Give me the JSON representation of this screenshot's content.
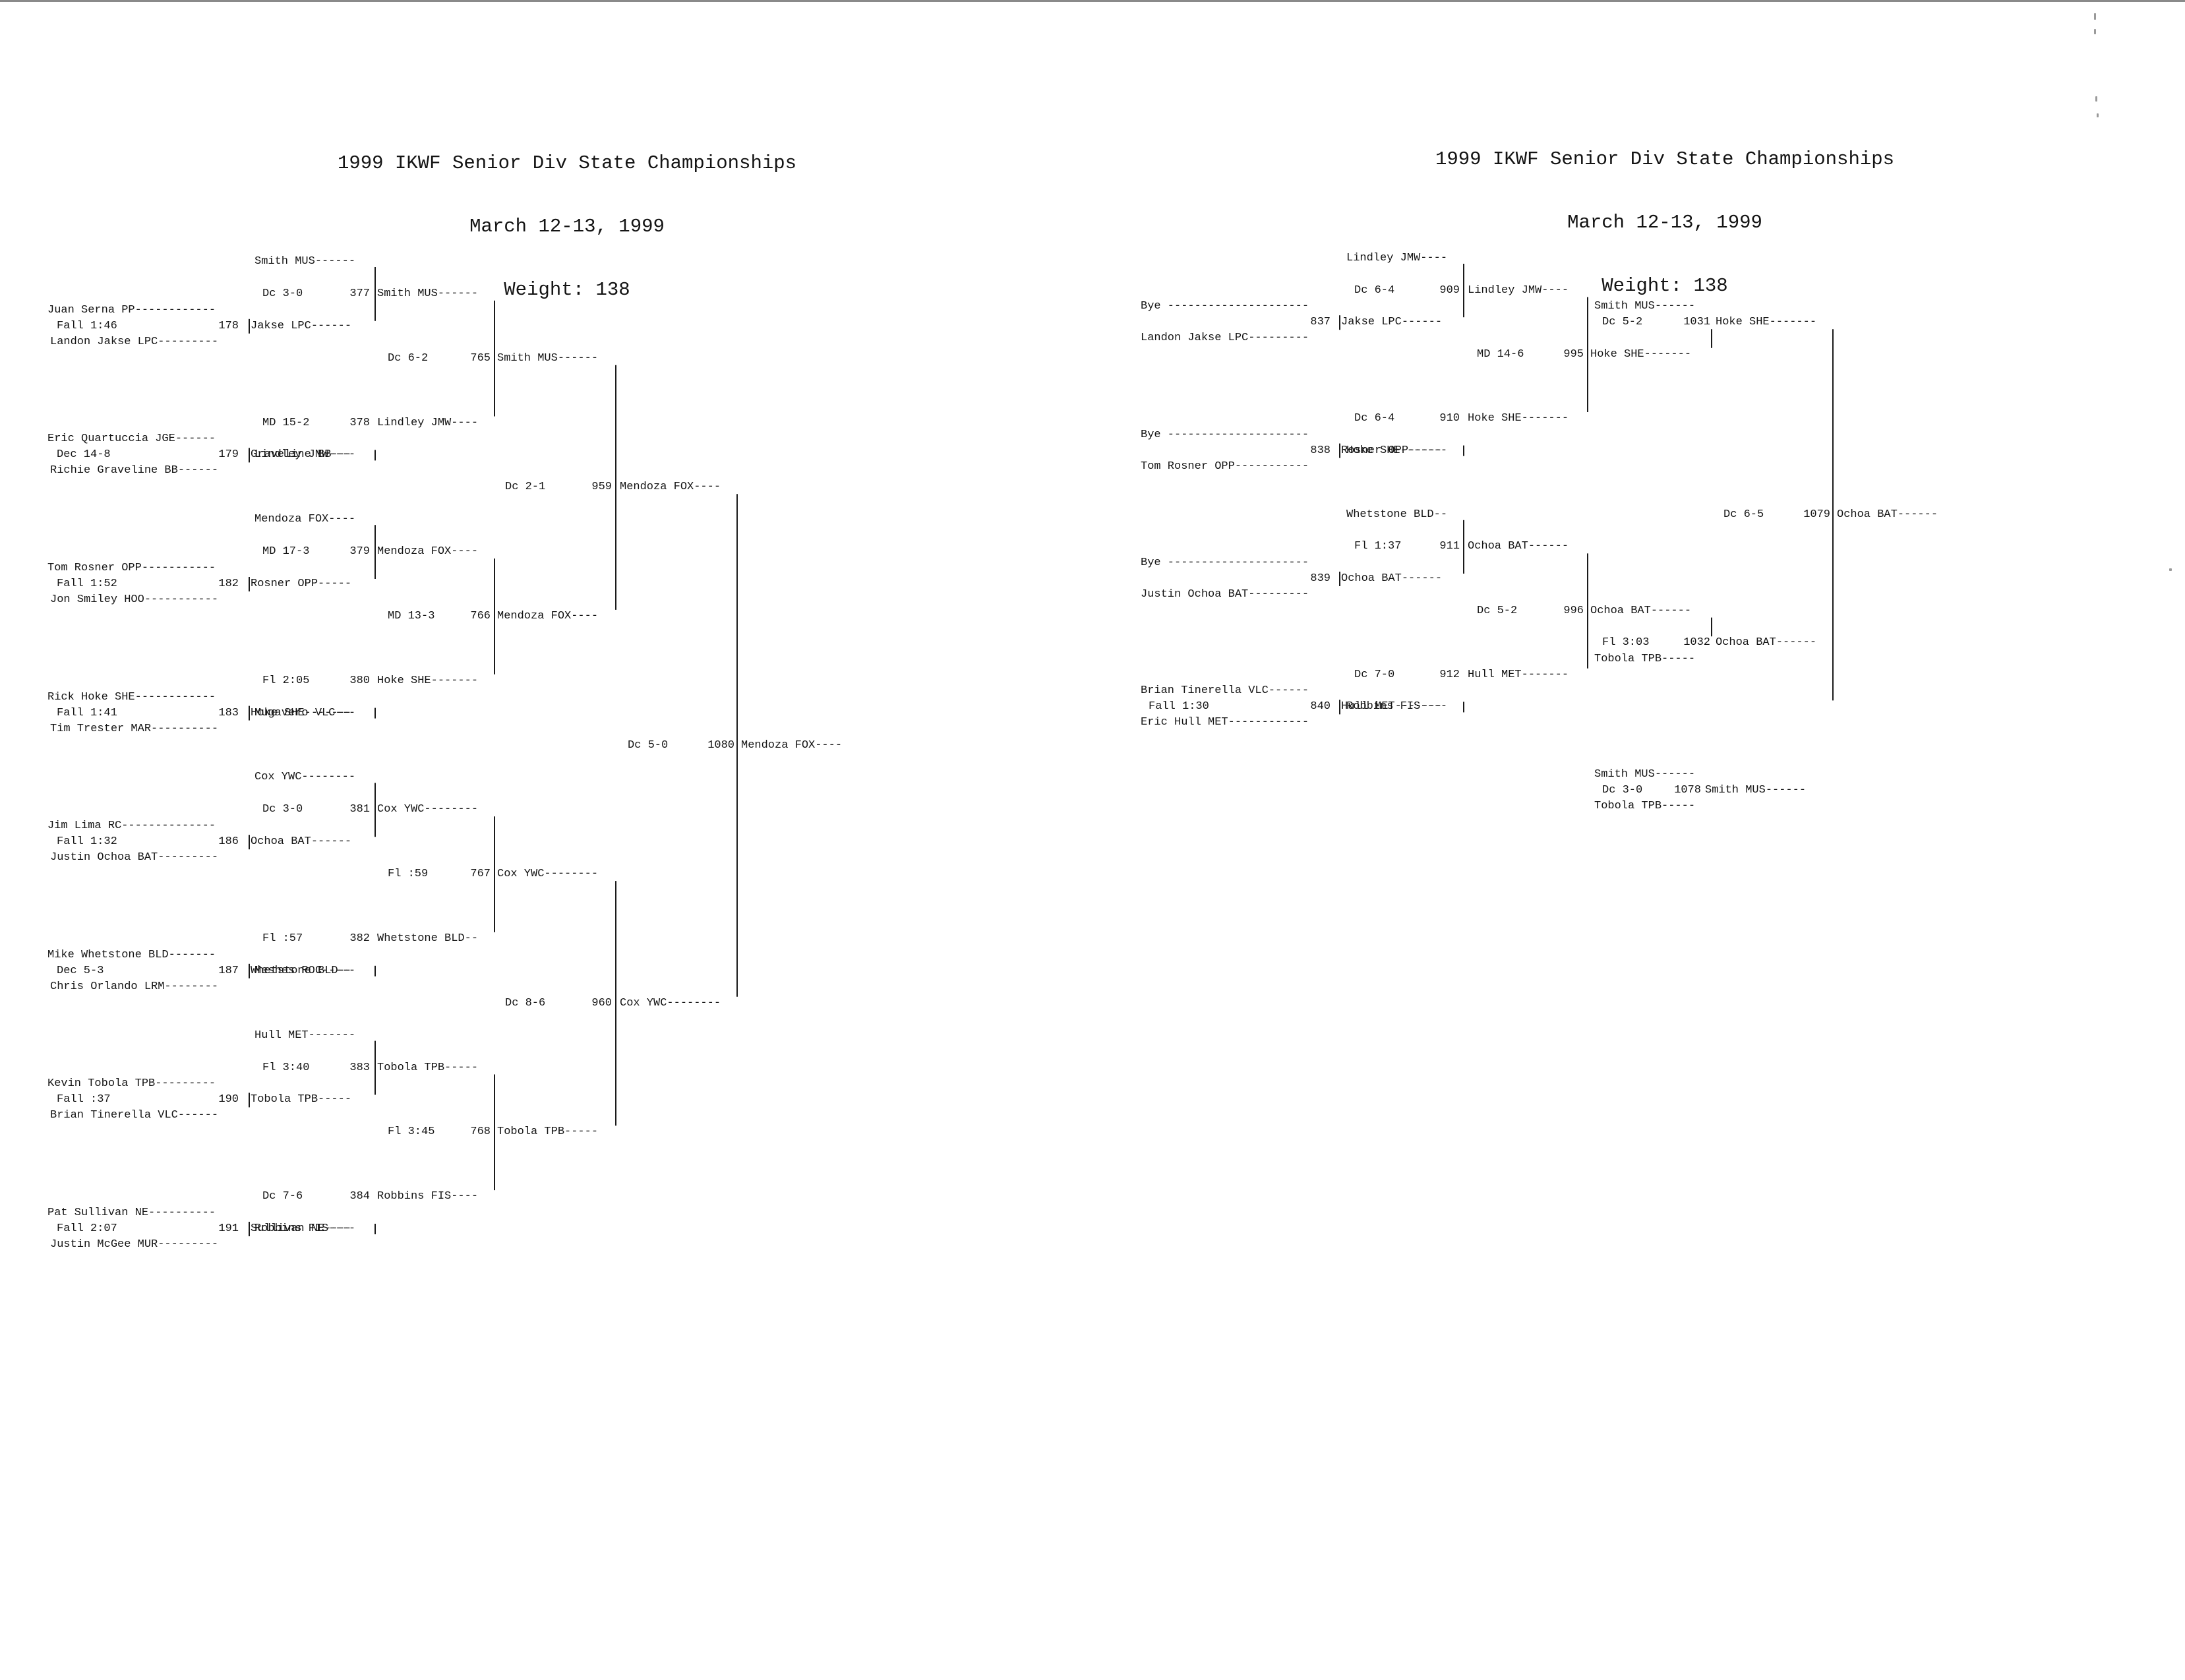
{
  "left_header": {
    "title": "1999 IKWF Senior Div State Championships",
    "dates": "March 12-13, 1999",
    "weight": "Weight: 138"
  },
  "right_header": {
    "title": "1999 IKWF Senior Div State Championships",
    "dates": "March 12-13, 1999",
    "weight": "Weight: 138"
  },
  "left_bracket": {
    "round1": [
      {
        "top": "Juan Serna PP------------",
        "result": "Fall 1:46",
        "bout": "178",
        "winner": "Jakse LPC------",
        "bottom": "Landon Jakse LPC---------"
      },
      {
        "top": "Eric Quartuccia JGE------",
        "result": "Dec 14-8",
        "bout": "179",
        "winner": "Graveline BB---",
        "bottom": "Richie Graveline BB------"
      },
      {
        "top": "Tom Rosner OPP-----------",
        "result": "Fall 1:52",
        "bout": "182",
        "winner": "Rosner OPP-----",
        "bottom": "Jon Smiley HOO-----------"
      },
      {
        "top": "Rick Hoke SHE------------",
        "result": "Fall 1:41",
        "bout": "183",
        "winner": "Hoke SHE-------",
        "bottom": "Tim Trester MAR----------"
      },
      {
        "top": "Jim Lima RC--------------",
        "result": "Fall 1:32",
        "bout": "186",
        "winner": "Ochoa BAT------",
        "bottom": "Justin Ochoa BAT---------"
      },
      {
        "top": "Mike Whetstone BLD-------",
        "result": "Dec 5-3",
        "bout": "187",
        "winner": "Whetstone BLD--",
        "bottom": "Chris Orlando LRM--------"
      },
      {
        "top": "Kevin Tobola TPB---------",
        "result": "Fall :37",
        "bout": "190",
        "winner": "Tobola TPB-----",
        "bottom": "Brian Tinerella VLC------"
      },
      {
        "top": "Pat Sullivan NE----------",
        "result": "Fall 2:07",
        "bout": "191",
        "winner": "Sullivan NE----",
        "bottom": "Justin McGee MUR---------"
      }
    ],
    "round2": [
      {
        "seed": "Smith MUS------",
        "result": "Dc 3-0",
        "bout": "377",
        "winner": "Smith MUS------"
      },
      {
        "seed": "Lindley JMW----",
        "result": "MD 15-2",
        "bout": "378",
        "winner": "Lindley JMW----"
      },
      {
        "seed": "Mendoza FOX----",
        "result": "MD 17-3",
        "bout": "379",
        "winner": "Mendoza FOX----"
      },
      {
        "seed": "Mugavero VLC---",
        "result": "Fl 2:05",
        "bout": "380",
        "winner": "Hoke SHE-------"
      },
      {
        "seed": "Cox YWC--------",
        "result": "Dc 3-0",
        "bout": "381",
        "winner": "Cox YWC--------"
      },
      {
        "seed": "Meshes ROC-----",
        "result": "Fl :57",
        "bout": "382",
        "winner": "Whetstone BLD--"
      },
      {
        "seed": "Hull MET-------",
        "result": "Fl 3:40",
        "bout": "383",
        "winner": "Tobola TPB-----"
      },
      {
        "seed": "Robbins FIS----",
        "result": "Dc 7-6",
        "bout": "384",
        "winner": "Robbins FIS----"
      }
    ],
    "quarter": [
      {
        "result": "Dc 6-2",
        "bout": "765",
        "winner": "Smith MUS------"
      },
      {
        "result": "MD 13-3",
        "bout": "766",
        "winner": "Mendoza FOX----"
      },
      {
        "result": "Fl :59",
        "bout": "767",
        "winner": "Cox YWC--------"
      },
      {
        "result": "Fl 3:45",
        "bout": "768",
        "winner": "Tobola TPB-----"
      }
    ],
    "semi": [
      {
        "result": "Dc 2-1",
        "bout": "959",
        "winner": "Mendoza FOX----"
      },
      {
        "result": "Dc 8-6",
        "bout": "960",
        "winner": "Cox YWC--------"
      }
    ],
    "final": {
      "result": "Dc 5-0",
      "bout": "1080",
      "winner": "Mendoza FOX----"
    }
  },
  "right_bracket": {
    "wb1": [
      {
        "top": "Bye ---------------------",
        "bout": "837",
        "winner": "Jakse LPC------",
        "bottom": "Landon Jakse LPC---------"
      },
      {
        "top": "Bye ---------------------",
        "bout": "838",
        "winner": "Rosner OPP-----",
        "bottom": "Tom Rosner OPP-----------"
      },
      {
        "top": "Bye ---------------------",
        "bout": "839",
        "winner": "Ochoa BAT------",
        "bottom": "Justin Ochoa BAT---------"
      },
      {
        "top": "Brian Tinerella VLC------",
        "result": "Fall 1:30",
        "bout": "840",
        "winner": "Hull MET-------",
        "bottom": "Eric Hull MET------------"
      }
    ],
    "wb2": [
      {
        "seed": "Lindley JMW----",
        "result": "Dc 6-4",
        "bout": "909",
        "winner": "Lindley JMW----"
      },
      {
        "seed": "Hoke SHE-------",
        "result": "Dc 6-4",
        "bout": "910",
        "winner": "Hoke SHE-------"
      },
      {
        "seed": "Whetstone BLD--",
        "result": "Fl 1:37",
        "bout": "911",
        "winner": "Ochoa BAT------"
      },
      {
        "seed": "Robbins FIS----",
        "result": "Dc 7-0",
        "bout": "912",
        "winner": "Hull MET-------"
      }
    ],
    "wb3": [
      {
        "result": "MD 14-6",
        "bout": "995",
        "winner": "Hoke SHE-------"
      },
      {
        "result": "Dc 5-2",
        "bout": "996",
        "winner": "Ochoa BAT------"
      }
    ],
    "wb4": [
      {
        "seed": "Smith MUS------",
        "result": "Dc 5-2",
        "bout": "1031",
        "winner": "Hoke SHE-------"
      },
      {
        "seed": "Tobola TPB-----",
        "result": "Fl 3:03",
        "bout": "1032",
        "winner": "Ochoa BAT------"
      }
    ],
    "third": {
      "result": "Dc 6-5",
      "bout": "1079",
      "winner": "Ochoa BAT------"
    },
    "fifth": {
      "top": "Smith MUS------",
      "result": "Dc 3-0",
      "bout": "1078",
      "winner": "Smith MUS------",
      "bottom": "Tobola TPB-----"
    }
  }
}
